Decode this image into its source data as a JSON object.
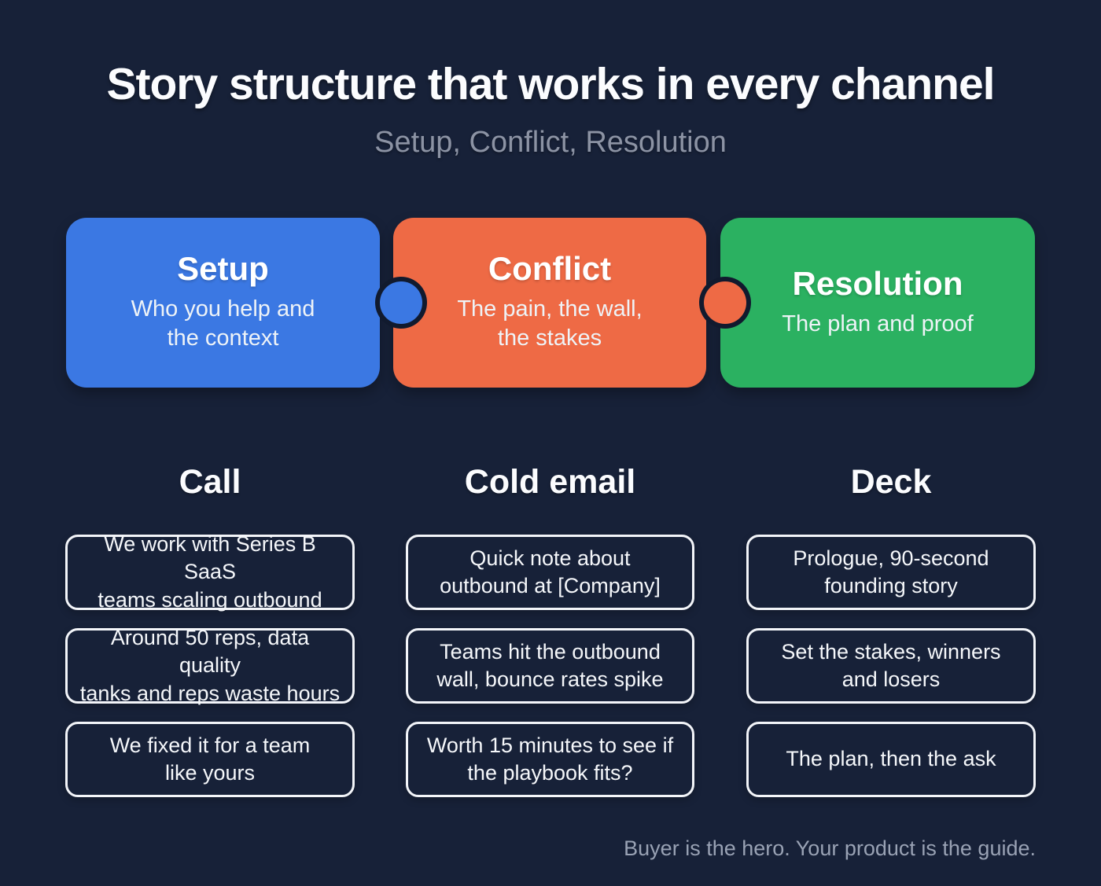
{
  "header": {
    "title": "Story structure that works in every channel",
    "subtitle": "Setup, Conflict, Resolution"
  },
  "puzzle": {
    "pieces": [
      {
        "title": "Setup",
        "desc": "Who you help and\nthe context",
        "color": "#3b78e3"
      },
      {
        "title": "Conflict",
        "desc": "The pain, the wall,\nthe stakes",
        "color": "#ee6a45"
      },
      {
        "title": "Resolution",
        "desc": "The plan and proof",
        "color": "#2bb161"
      }
    ]
  },
  "columns": [
    {
      "heading": "Call",
      "items": [
        "We work with Series B SaaS\nteams scaling outbound",
        "Around 50 reps, data quality\ntanks and reps waste hours",
        "We fixed it for a team\nlike yours"
      ]
    },
    {
      "heading": "Cold email",
      "items": [
        "Quick note about\noutbound at [Company]",
        "Teams hit the outbound\nwall, bounce rates spike",
        "Worth 15 minutes to see if\nthe playbook fits?"
      ]
    },
    {
      "heading": "Deck",
      "items": [
        "Prologue, 90-second\nfounding story",
        "Set the stakes, winners\nand losers",
        "The plan, then the ask"
      ]
    }
  ],
  "footer": {
    "text": "Buyer is the hero. Your product is the guide."
  },
  "colors": {
    "background": "#172138",
    "setup_blue": "#3b78e3",
    "conflict_orange": "#ee6a45",
    "resolution_green": "#2bb161",
    "muted_text": "#8c93a4",
    "box_border": "#f3f5f9"
  }
}
